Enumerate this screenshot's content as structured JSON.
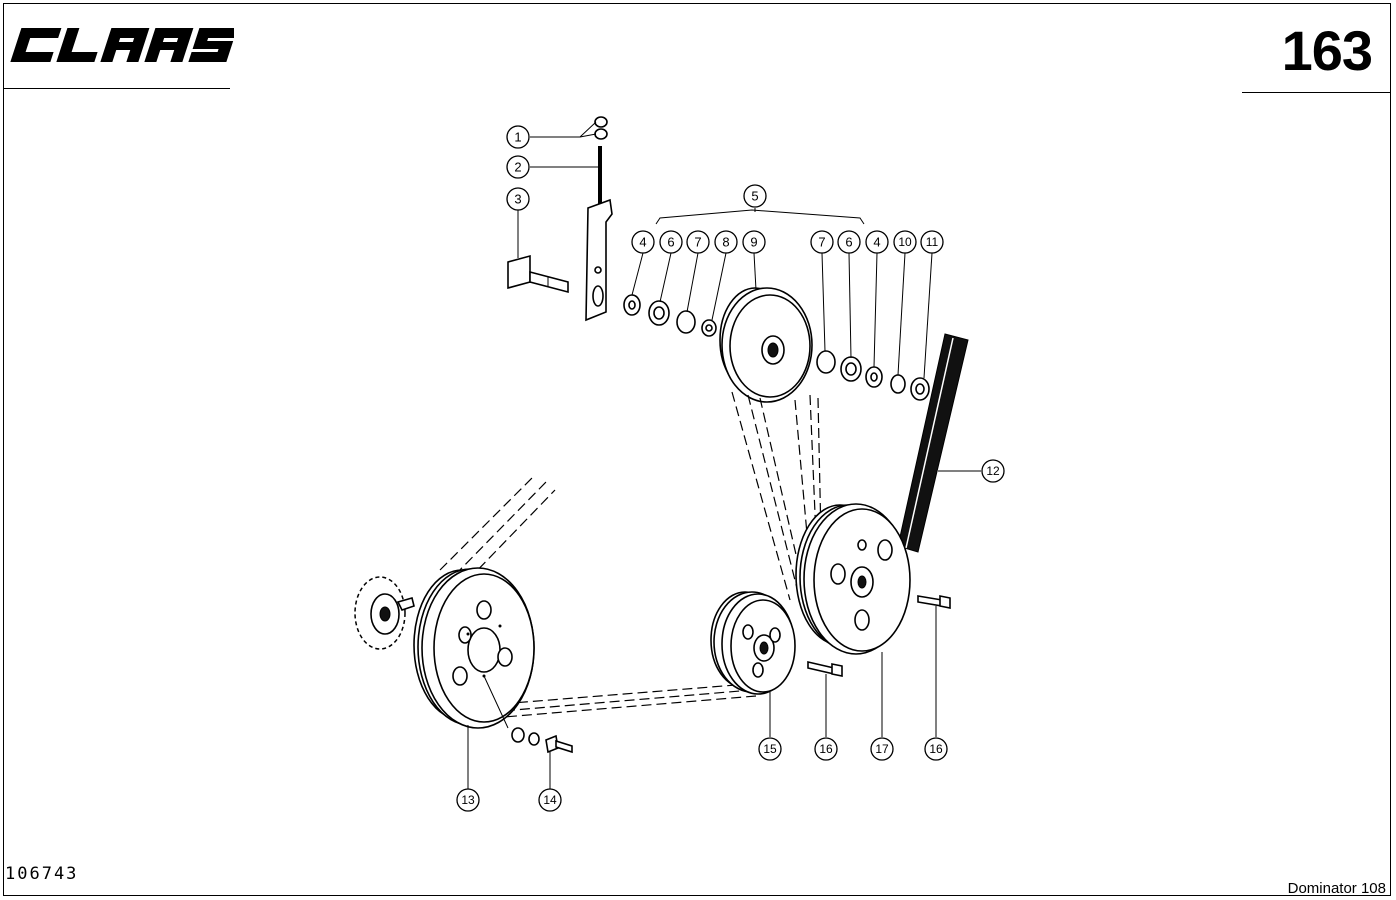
{
  "header": {
    "brand_logo_text": "CLAAS",
    "page_number": "163"
  },
  "footer": {
    "drawing_number": "106743",
    "model": "Dominator 108"
  },
  "callouts": [
    {
      "id": "c1",
      "label": "1"
    },
    {
      "id": "c2",
      "label": "2"
    },
    {
      "id": "c3",
      "label": "3"
    },
    {
      "id": "c5",
      "label": "5"
    },
    {
      "id": "c4a",
      "label": "4"
    },
    {
      "id": "c6a",
      "label": "6"
    },
    {
      "id": "c7a",
      "label": "7"
    },
    {
      "id": "c8",
      "label": "8"
    },
    {
      "id": "c9",
      "label": "9"
    },
    {
      "id": "c7b",
      "label": "7"
    },
    {
      "id": "c6b",
      "label": "6"
    },
    {
      "id": "c4b",
      "label": "4"
    },
    {
      "id": "c10",
      "label": "10"
    },
    {
      "id": "c11",
      "label": "11"
    },
    {
      "id": "c12",
      "label": "12"
    },
    {
      "id": "c13",
      "label": "13"
    },
    {
      "id": "c14",
      "label": "14"
    },
    {
      "id": "c15",
      "label": "15"
    },
    {
      "id": "c16a",
      "label": "16"
    },
    {
      "id": "c17",
      "label": "17"
    },
    {
      "id": "c16b",
      "label": "16"
    }
  ]
}
